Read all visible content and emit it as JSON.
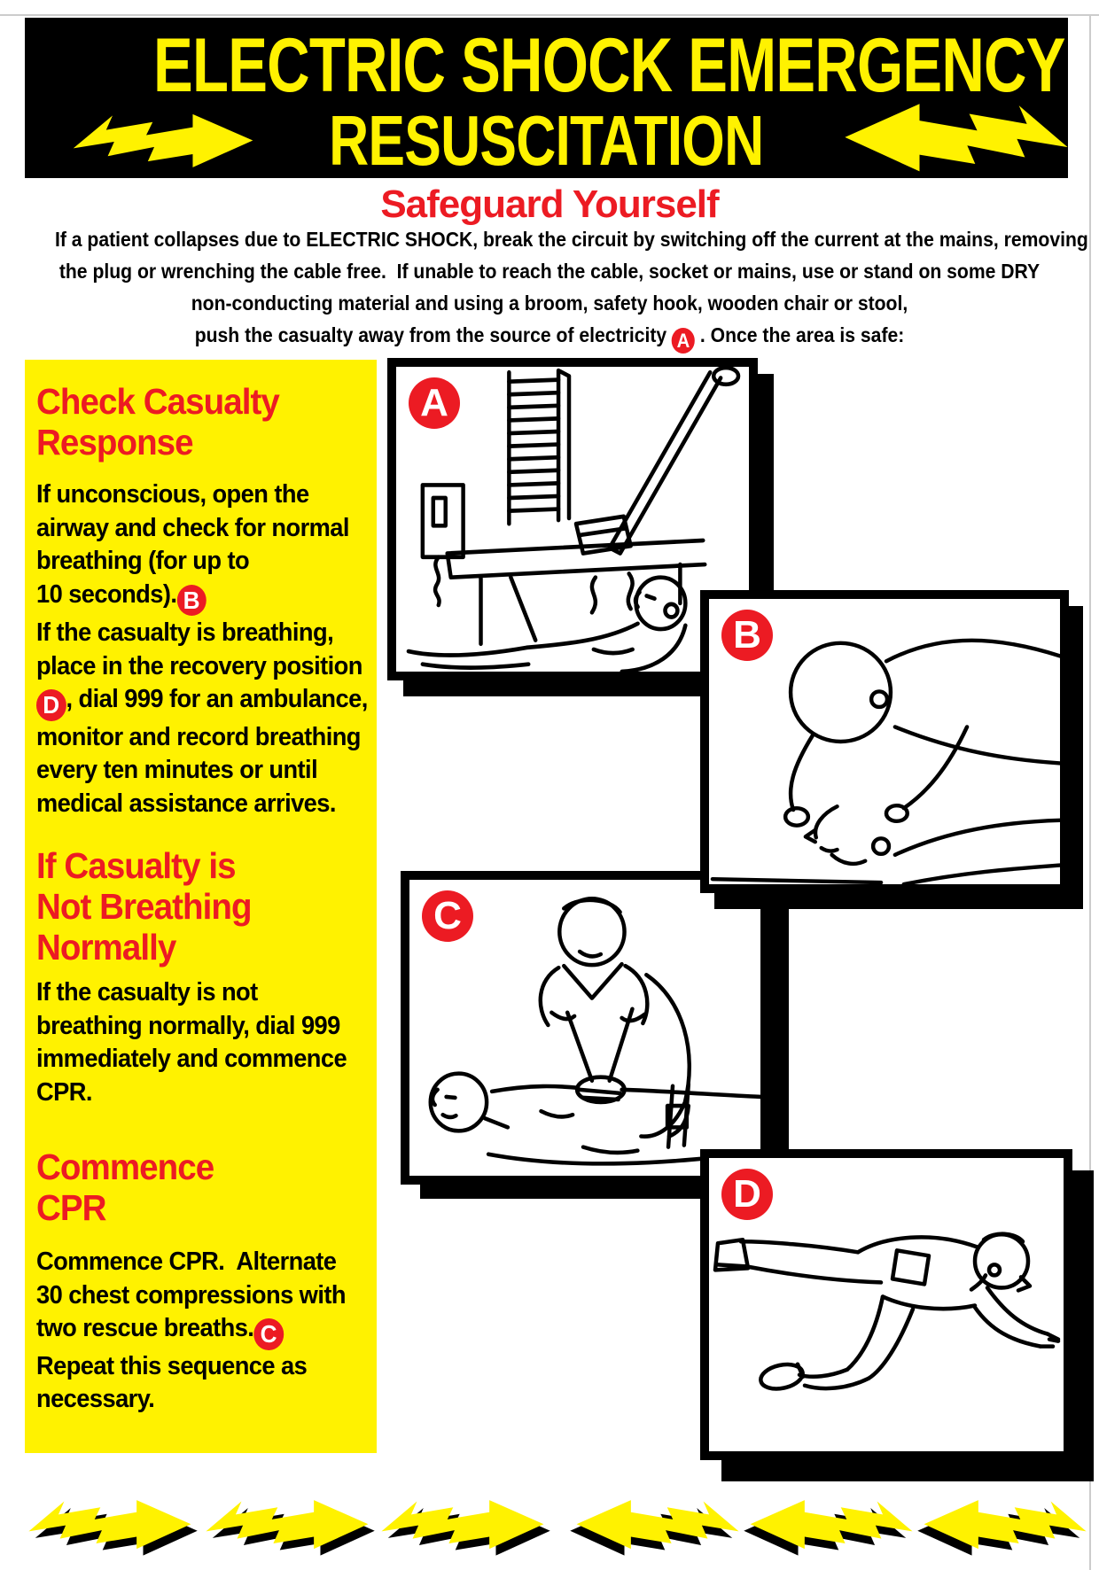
{
  "poster": {
    "header": {
      "title_line1": "ELECTRIC SHOCK EMERGENCY",
      "title_line2": "RESUSCITATION"
    },
    "intro": {
      "heading": "Safeguard Yourself",
      "body": [
        {
          "t": "If a patient collapses due to ELECTRIC SHOCK, break the circuit by switching off the current at the mains, removing\nthe plug or wrenching the cable free.  If unable to reach the cable, socket or mains, use or stand on some DRY\nnon-conducting material and using a broom, safety hook, wooden chair or stool,\npush the casualty away from the source of electricity "
        },
        {
          "badge": "A"
        },
        {
          "t": " . Once the area is safe:"
        }
      ]
    },
    "instructions": {
      "section1": {
        "heading": "Check Casualty\nResponse",
        "para1": [
          {
            "t": "If unconscious, open the\nairway and check for normal\nbreathing (for up to\n10 seconds)."
          },
          {
            "badge": "B"
          }
        ],
        "para2": [
          {
            "t": "If the casualty is breathing,\nplace in the recovery position\n"
          },
          {
            "badge": "D"
          },
          {
            "t": ", dial 999 for an ambulance,\nmonitor and record breathing\nevery ten minutes or until\nmedical assistance arrives."
          }
        ]
      },
      "section2": {
        "heading": "If Casualty is\nNot Breathing\nNormally",
        "para1": [
          {
            "t": "If the casualty is not\nbreathing normally, dial 999\nimmediately and commence\nCPR."
          }
        ]
      },
      "section3": {
        "heading": "Commence\nCPR",
        "para1": [
          {
            "t": "Commence CPR.  Alternate\n30 chest compressions with\ntwo rescue breaths."
          },
          {
            "badge": "C"
          },
          {
            "t": "\nRepeat this sequence as\nnecessary."
          }
        ]
      }
    },
    "figures": [
      {
        "label": "A"
      },
      {
        "label": "B"
      },
      {
        "label": "C"
      },
      {
        "label": "D"
      }
    ],
    "colors": {
      "accent_red": "#EC1B23",
      "poster_yellow": "#FFF200",
      "banner_black": "#000000"
    }
  }
}
